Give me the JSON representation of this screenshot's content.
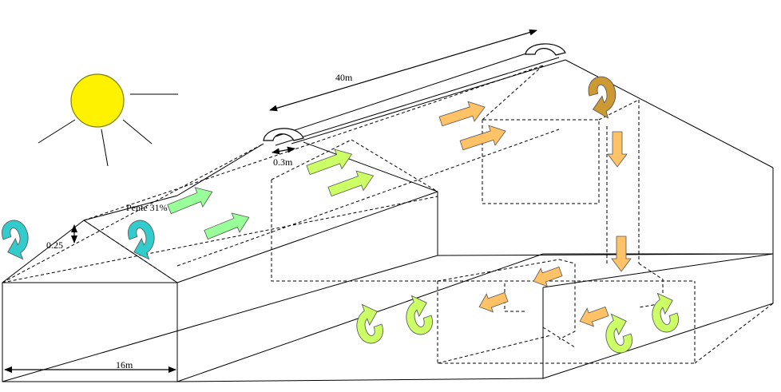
{
  "labels": {
    "length": "40m",
    "width": "16m",
    "slope": "Pente 31%",
    "vent_gap": "0.3m",
    "wall_height": "0.25"
  },
  "colors": {
    "sun_fill": "#FFF200",
    "sun_stroke": "#808000",
    "arrow_green_light": "#CCFF66",
    "arrow_green": "#99FF99",
    "arrow_orange": "#FFC266",
    "arrow_cyan": "#33CCCC",
    "arrow_brown": "#CC9933"
  },
  "icons": {
    "sun": "sun-icon",
    "ridge_vent": "ridge-vent-icon",
    "flow_arrow": "airflow-arrow-icon",
    "curl_arrow": "curved-airflow-arrow-icon"
  }
}
